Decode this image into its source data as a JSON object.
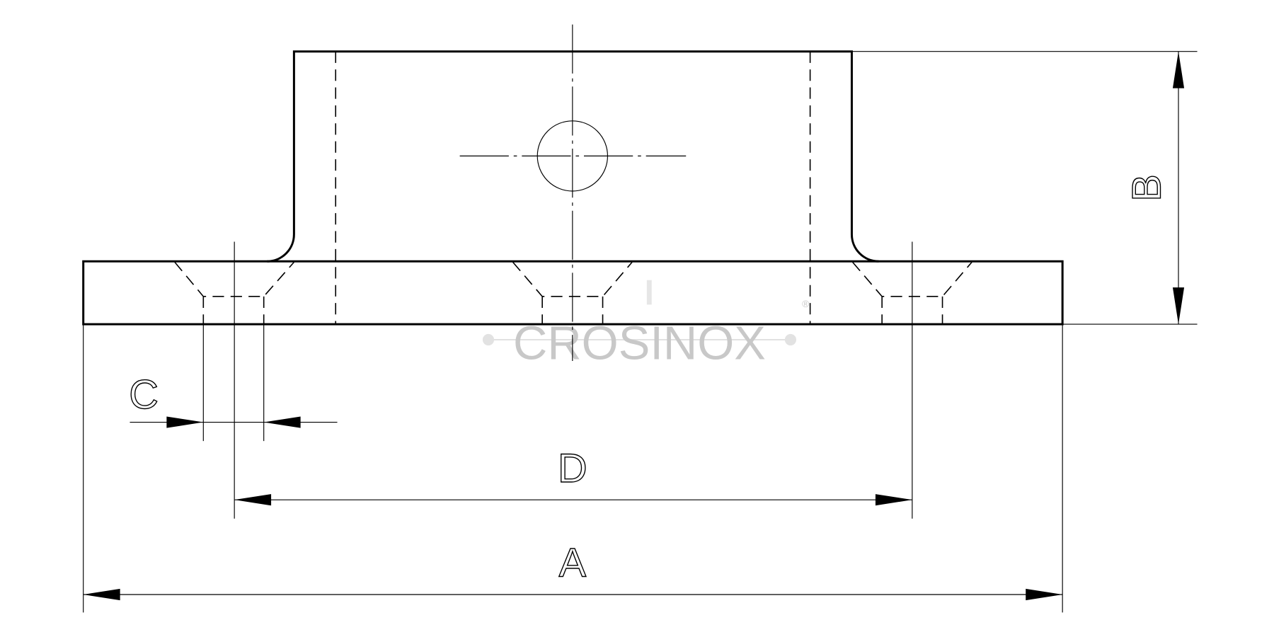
{
  "drawing": {
    "title": "Flange base technical drawing",
    "dimensions": {
      "A": "A",
      "B": "B",
      "C": "C",
      "D": "D"
    },
    "watermark": {
      "brand": "CROSINOX",
      "registered": "®"
    },
    "colors": {
      "line": "#000000",
      "watermark": "#c8c8c8"
    }
  }
}
